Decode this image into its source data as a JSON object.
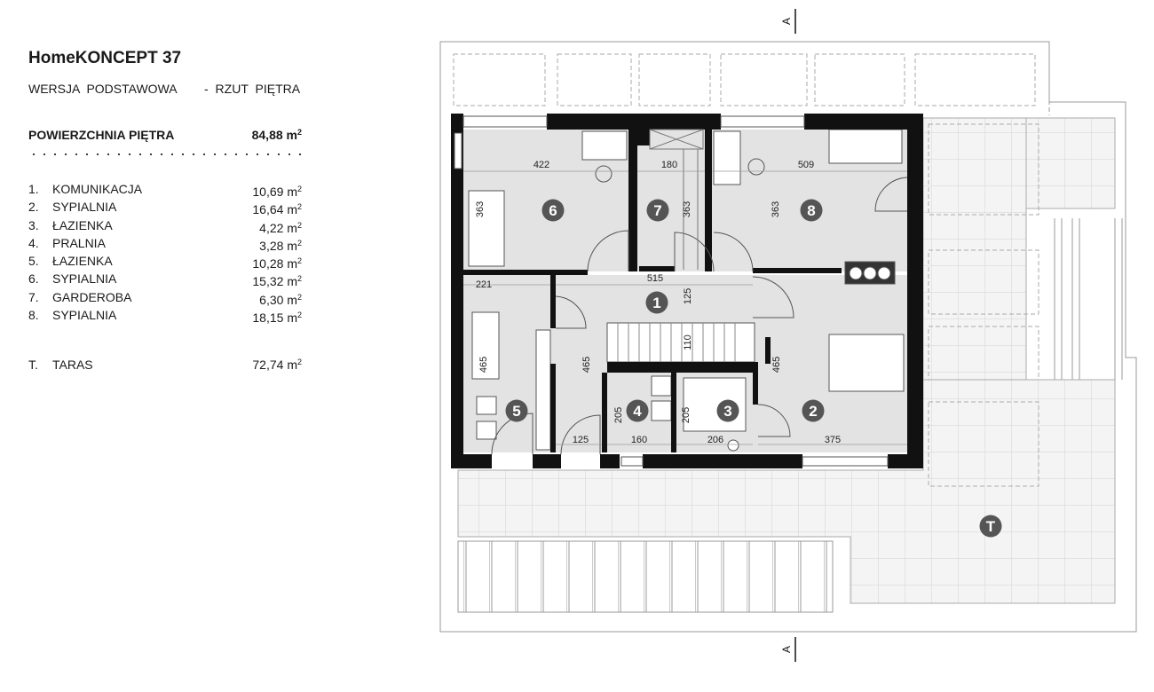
{
  "header": {
    "title": "HomeKONCEPT 37",
    "version": "WERSJA  PODSTAWOWA",
    "view": "-  RZUT PIĘTRA"
  },
  "floor_area": {
    "label": "POWIERZCHNIA PIĘTRA",
    "value": "84,88 m",
    "unit_sup": "2"
  },
  "rooms": [
    {
      "num": "1.",
      "name": "KOMUNIKACJA",
      "area": "10,69 m",
      "sup": "2"
    },
    {
      "num": "2.",
      "name": "SYPIALNIA",
      "area": "16,64 m",
      "sup": "2"
    },
    {
      "num": "3.",
      "name": "ŁAZIENKA",
      "area": "4,22 m",
      "sup": "2"
    },
    {
      "num": "4.",
      "name": "PRALNIA",
      "area": "3,28 m",
      "sup": "2"
    },
    {
      "num": "5.",
      "name": "ŁAZIENKA",
      "area": "10,28 m",
      "sup": "2"
    },
    {
      "num": "6.",
      "name": "SYPIALNIA",
      "area": "15,32 m",
      "sup": "2"
    },
    {
      "num": "7.",
      "name": "GARDEROBA",
      "area": "6,30 m",
      "sup": "2"
    },
    {
      "num": "8.",
      "name": "SYPIALNIA",
      "area": "18,15 m",
      "sup": "2"
    }
  ],
  "terrace": {
    "num": "T.",
    "name": "TARAS",
    "area": "72,74 m",
    "sup": "2"
  },
  "plan": {
    "section_marker": "A",
    "room_markers": [
      "1",
      "2",
      "3",
      "4",
      "5",
      "6",
      "7",
      "8",
      "T"
    ],
    "dimensions": {
      "d422": "422",
      "d180": "180",
      "d509": "509",
      "d363a": "363",
      "d363b": "363",
      "d363c": "363",
      "d221": "221",
      "d515": "515",
      "d125a": "125",
      "d110": "110",
      "d465a": "465",
      "d465b": "465",
      "d465c": "465",
      "d205a": "205",
      "d205b": "205",
      "d125b": "125",
      "d160": "160",
      "d206": "206",
      "d375": "375"
    },
    "colors": {
      "wall": "#111111",
      "room_fill": "#e3e3e3",
      "marker": "#555555",
      "line": "#9a9a9a"
    }
  }
}
